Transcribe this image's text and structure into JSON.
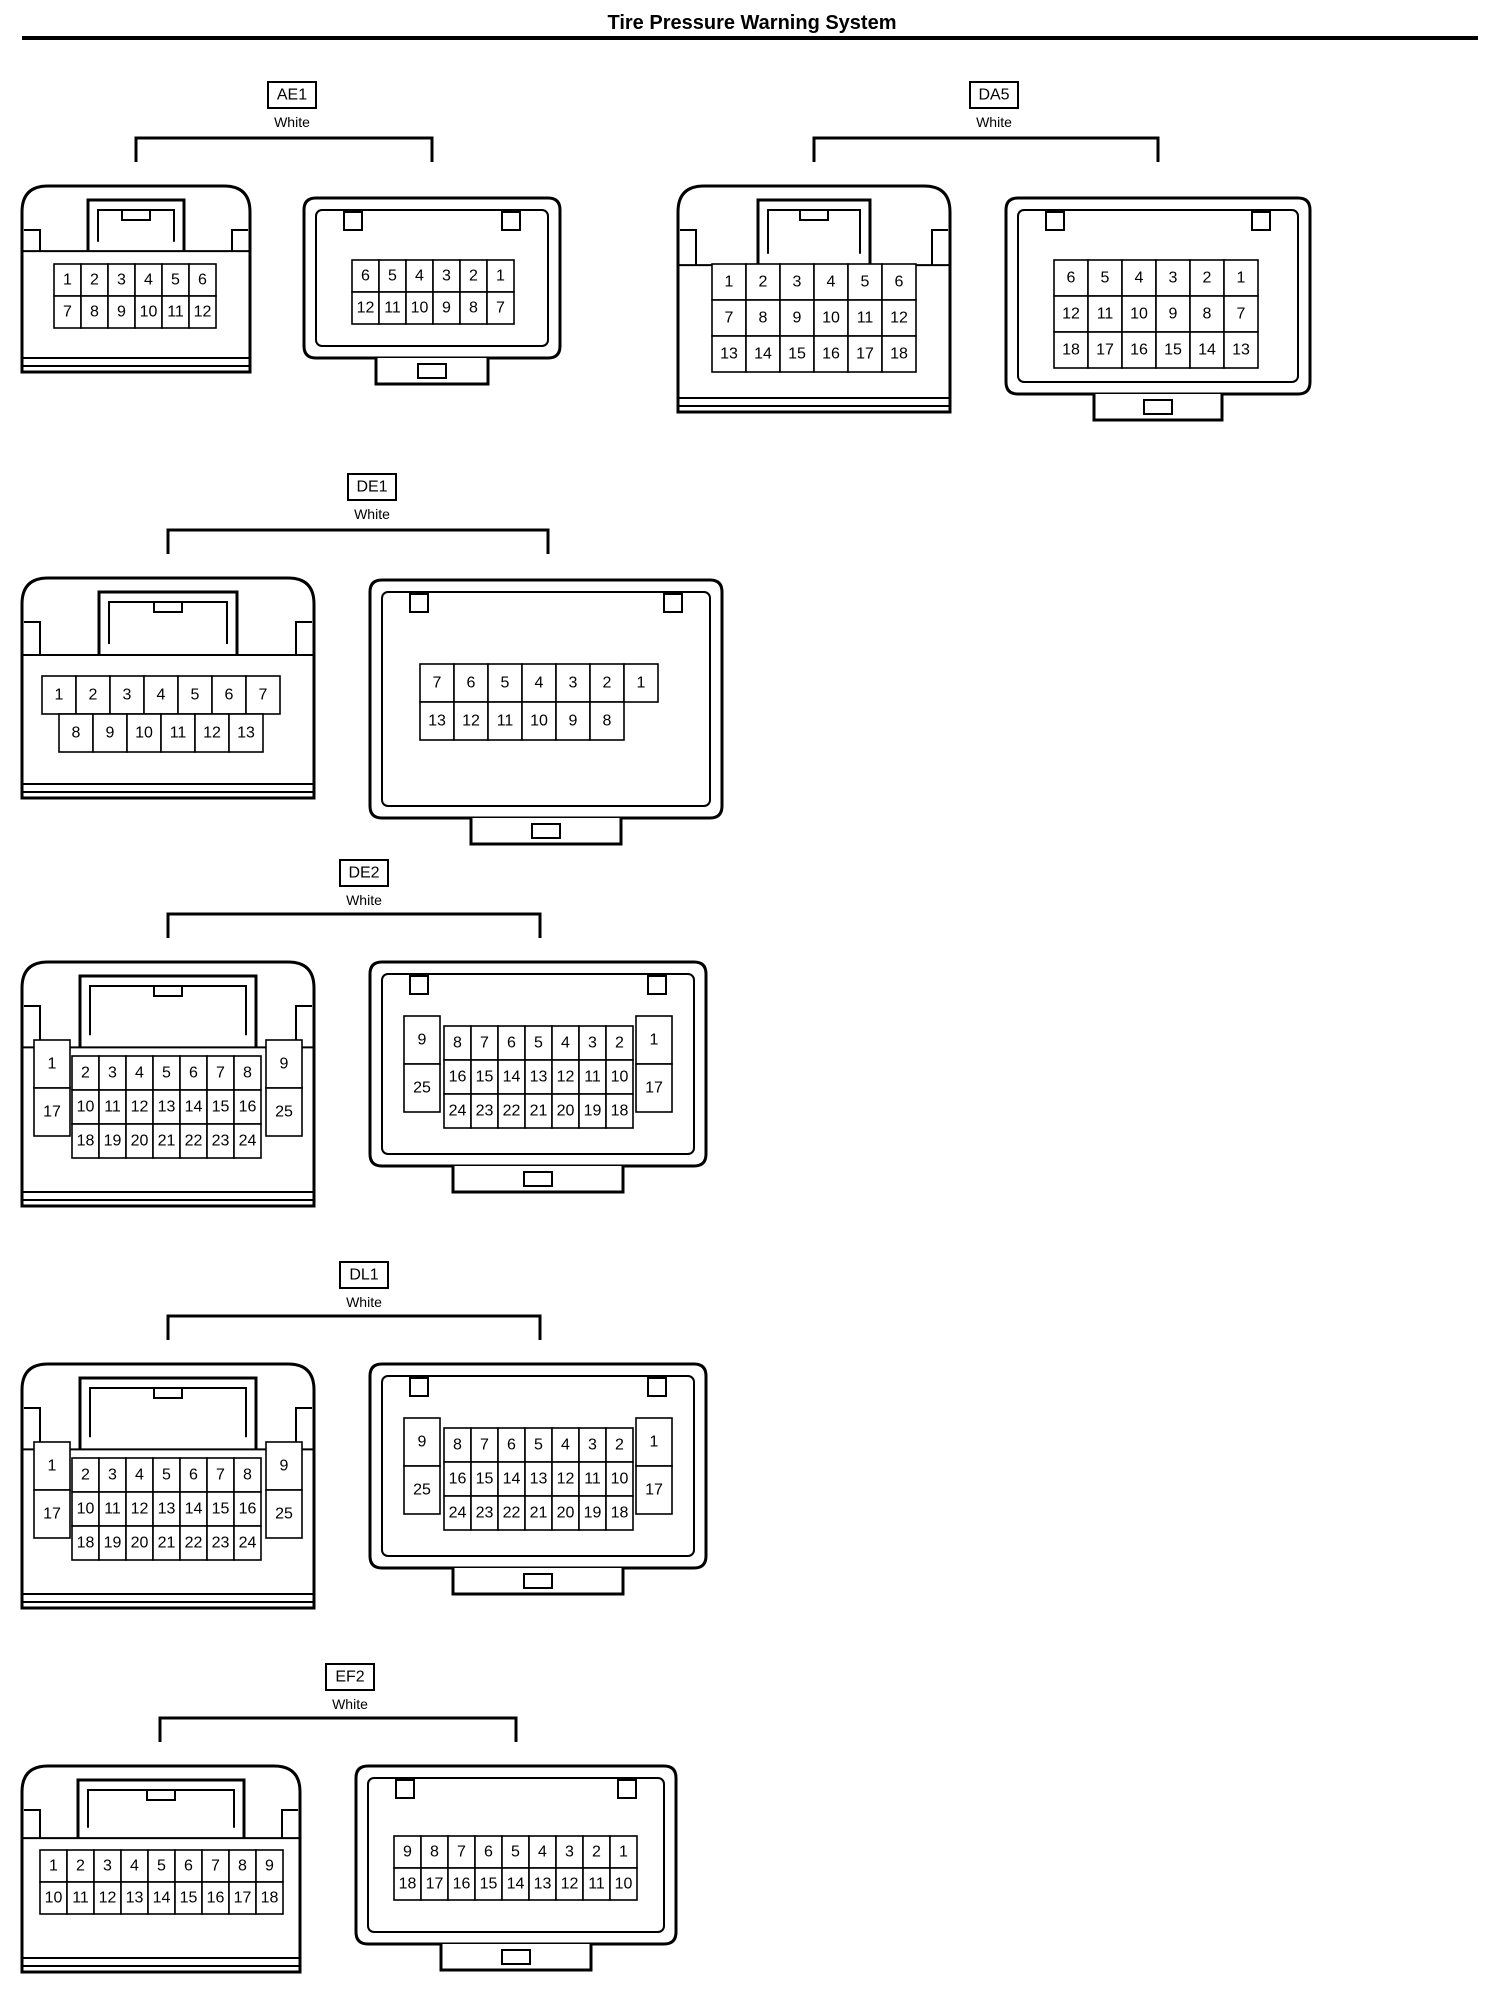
{
  "page": {
    "title": "Tire Pressure Warning System"
  },
  "colors": {
    "line": "#000000",
    "background": "#ffffff"
  },
  "connectors": [
    {
      "name": "AE1",
      "color": "White",
      "left": {
        "rows": [
          [
            "1",
            "2",
            "3",
            "4",
            "5",
            "6"
          ],
          [
            "7",
            "8",
            "9",
            "10",
            "11",
            "12"
          ]
        ]
      },
      "right": {
        "rows": [
          [
            "6",
            "5",
            "4",
            "3",
            "2",
            "1"
          ],
          [
            "12",
            "11",
            "10",
            "9",
            "8",
            "7"
          ]
        ]
      }
    },
    {
      "name": "DA5",
      "color": "White",
      "left": {
        "rows": [
          [
            "1",
            "2",
            "3",
            "4",
            "5",
            "6"
          ],
          [
            "7",
            "8",
            "9",
            "10",
            "11",
            "12"
          ],
          [
            "13",
            "14",
            "15",
            "16",
            "17",
            "18"
          ]
        ]
      },
      "right": {
        "rows": [
          [
            "6",
            "5",
            "4",
            "3",
            "2",
            "1"
          ],
          [
            "12",
            "11",
            "10",
            "9",
            "8",
            "7"
          ],
          [
            "18",
            "17",
            "16",
            "15",
            "14",
            "13"
          ]
        ]
      }
    },
    {
      "name": "DE1",
      "color": "White",
      "left": {
        "rows": [
          [
            "1",
            "2",
            "3",
            "4",
            "5",
            "6",
            "7"
          ],
          [
            "8",
            "9",
            "10",
            "11",
            "12",
            "13"
          ]
        ]
      },
      "right": {
        "rows": [
          [
            "7",
            "6",
            "5",
            "4",
            "3",
            "2",
            "1"
          ],
          [
            "13",
            "12",
            "11",
            "10",
            "9",
            "8"
          ]
        ]
      }
    },
    {
      "name": "DE2",
      "color": "White",
      "left": {
        "side_left": [
          "1",
          "17"
        ],
        "side_right": [
          "9",
          "25"
        ],
        "rows": [
          [
            "2",
            "3",
            "4",
            "5",
            "6",
            "7",
            "8"
          ],
          [
            "10",
            "11",
            "12",
            "13",
            "14",
            "15",
            "16"
          ],
          [
            "18",
            "19",
            "20",
            "21",
            "22",
            "23",
            "24"
          ]
        ]
      },
      "right": {
        "side_left": [
          "9",
          "25"
        ],
        "side_right": [
          "1",
          "17"
        ],
        "rows": [
          [
            "8",
            "7",
            "6",
            "5",
            "4",
            "3",
            "2"
          ],
          [
            "16",
            "15",
            "14",
            "13",
            "12",
            "11",
            "10"
          ],
          [
            "24",
            "23",
            "22",
            "21",
            "20",
            "19",
            "18"
          ]
        ]
      }
    },
    {
      "name": "DL1",
      "color": "White",
      "left": {
        "side_left": [
          "1",
          "17"
        ],
        "side_right": [
          "9",
          "25"
        ],
        "rows": [
          [
            "2",
            "3",
            "4",
            "5",
            "6",
            "7",
            "8"
          ],
          [
            "10",
            "11",
            "12",
            "13",
            "14",
            "15",
            "16"
          ],
          [
            "18",
            "19",
            "20",
            "21",
            "22",
            "23",
            "24"
          ]
        ]
      },
      "right": {
        "side_left": [
          "9",
          "25"
        ],
        "side_right": [
          "1",
          "17"
        ],
        "rows": [
          [
            "8",
            "7",
            "6",
            "5",
            "4",
            "3",
            "2"
          ],
          [
            "16",
            "15",
            "14",
            "13",
            "12",
            "11",
            "10"
          ],
          [
            "24",
            "23",
            "22",
            "21",
            "20",
            "19",
            "18"
          ]
        ]
      }
    },
    {
      "name": "EF2",
      "color": "White",
      "left": {
        "rows": [
          [
            "1",
            "2",
            "3",
            "4",
            "5",
            "6",
            "7",
            "8",
            "9"
          ],
          [
            "10",
            "11",
            "12",
            "13",
            "14",
            "15",
            "16",
            "17",
            "18"
          ]
        ]
      },
      "right": {
        "rows": [
          [
            "9",
            "8",
            "7",
            "6",
            "5",
            "4",
            "3",
            "2",
            "1"
          ],
          [
            "18",
            "17",
            "16",
            "15",
            "14",
            "13",
            "12",
            "11",
            "10"
          ]
        ]
      }
    }
  ]
}
